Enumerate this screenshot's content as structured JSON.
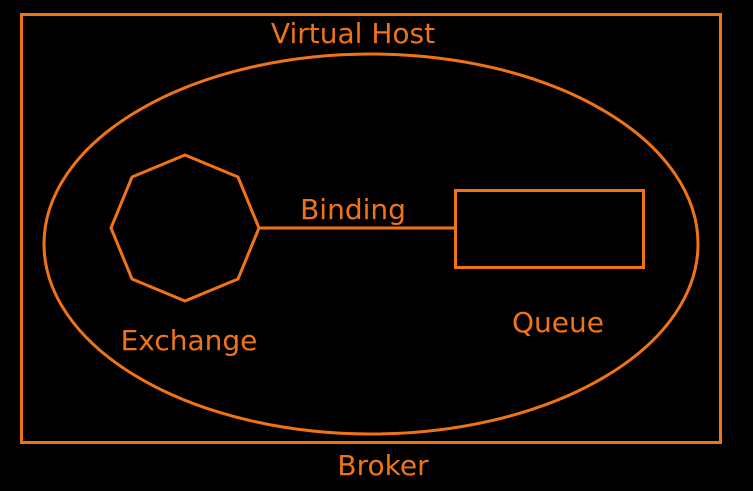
{
  "colors": {
    "background": "#000000",
    "accent": "#f07416"
  },
  "diagram": {
    "broker_label": "Broker",
    "virtual_host_label": "Virtual Host",
    "exchange_label": "Exchange",
    "binding_label": "Binding",
    "queue_label": "Queue"
  }
}
